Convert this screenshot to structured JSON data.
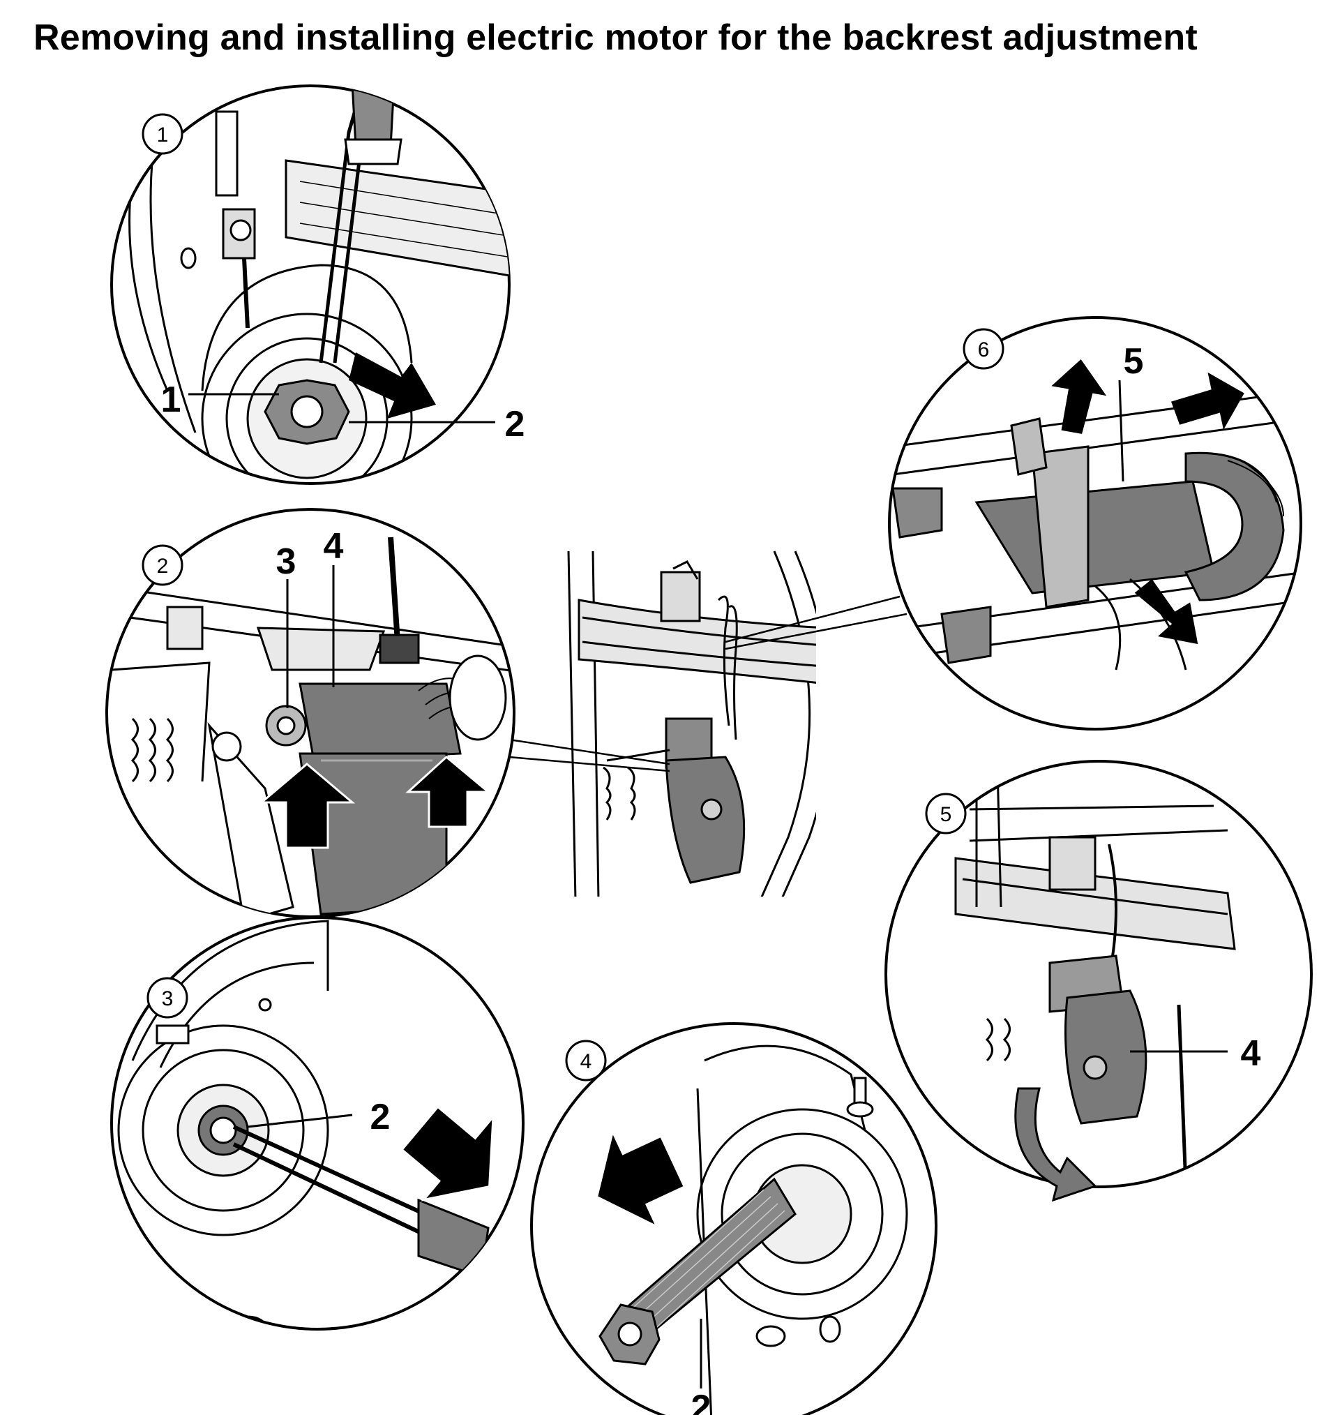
{
  "title": "Removing and installing electric motor for the backrest adjustment",
  "steps": [
    {
      "number": "1",
      "callouts": [
        "1",
        "2"
      ]
    },
    {
      "number": "2",
      "callouts": [
        "3",
        "4"
      ]
    },
    {
      "number": "3",
      "callouts": [
        "2"
      ]
    },
    {
      "number": "4",
      "callouts": [
        "2"
      ]
    },
    {
      "number": "5",
      "callouts": [
        "4"
      ]
    },
    {
      "number": "6",
      "callouts": [
        "5"
      ]
    }
  ],
  "colors": {
    "line": "#000000",
    "part_fill": "#7a7a7a",
    "light_fill": "#d9d9d9",
    "background": "#ffffff"
  }
}
